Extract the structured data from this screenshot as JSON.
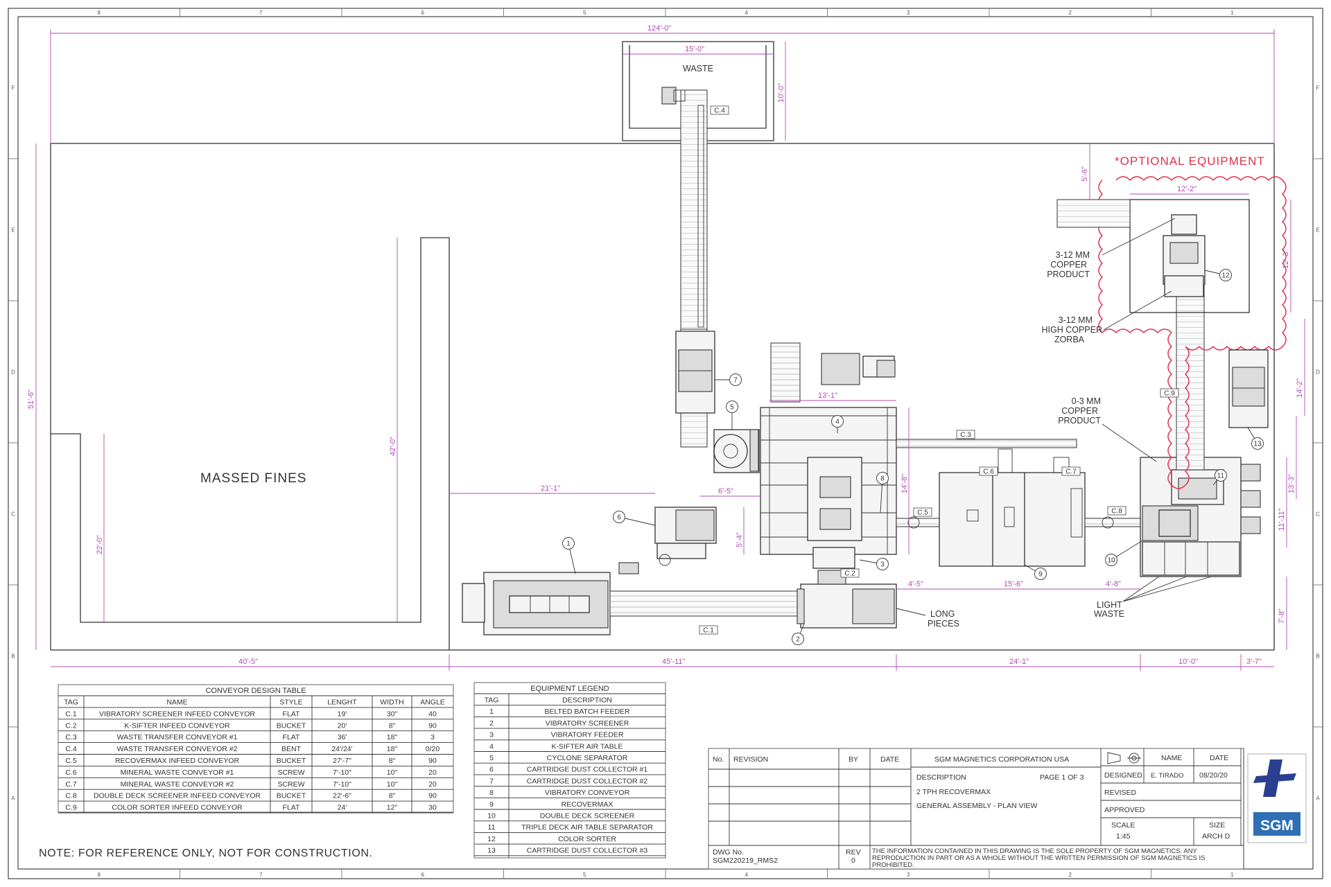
{
  "zones": {
    "columns": [
      "8",
      "7",
      "6",
      "5",
      "4",
      "3",
      "2",
      "1"
    ],
    "rows": [
      "F",
      "E",
      "D",
      "C",
      "B",
      "A"
    ]
  },
  "plan": {
    "area_label": "MASSED FINES",
    "waste_label": "WASTE",
    "optional_label": "*OPTIONAL EQUIPMENT",
    "long_pieces": [
      "LONG",
      "PIECES"
    ],
    "light_waste": [
      "LIGHT",
      "WASTE"
    ],
    "copper_product_top": [
      "3-12 MM",
      "COPPER",
      "PRODUCT"
    ],
    "high_copper": [
      "3-12 MM",
      "HIGH COPPER",
      "ZORBA"
    ],
    "copper_product_fine": [
      "0-3 MM",
      "COPPER",
      "PRODUCT"
    ],
    "conveyor_tags": [
      "C.1",
      "C.2",
      "C.3",
      "C.4",
      "C.5",
      "C.6",
      "C.7",
      "C.8",
      "C.9"
    ],
    "equipment_tags": [
      "1",
      "2",
      "3",
      "4",
      "5",
      "6",
      "7",
      "8",
      "9",
      "10",
      "11",
      "12",
      "13"
    ]
  },
  "dimensions": {
    "overall_width": "124'-0\"",
    "waste_width": "15'-0\"",
    "waste_depth": "10'-0\"",
    "building_depth": "51'-6\"",
    "wall_height": "42'-0\"",
    "left_bay": "22'-0\"",
    "offset_21": "21'-1\"",
    "offset_6_5": "6'-5\"",
    "offset_5_4": "5'-4\"",
    "width_13_1": "13'-1\"",
    "depth_14_8": "14'-8\"",
    "offset_4_5": "4'-5\"",
    "recover_15_6": "15'-6\"",
    "offset_4_8": "4'-8\"",
    "optional_12_2": "12'-2\"",
    "optional_12_3": "12'-3\"",
    "optional_5_6": "5'-6\"",
    "depth_14_2": "14'-2\"",
    "depth_13_3": "13'-3\"",
    "depth_11_11": "11'-11\"",
    "depth_7_8": "7'-8\"",
    "bottom_40_5": "40'-5\"",
    "bottom_45_11": "45'-11\"",
    "bottom_24_1": "24'-1\"",
    "bottom_10_0": "10'-0\"",
    "bottom_3_7": "3'-7\""
  },
  "conveyor_table": {
    "title": "CONVEYOR DESIGN TABLE",
    "headers": [
      "TAG",
      "NAME",
      "STYLE",
      "LENGHT",
      "WIDTH",
      "ANGLE"
    ],
    "rows": [
      [
        "C.1",
        "VIBRATORY SCREENER INFEED CONVEYOR",
        "FLAT",
        "19'",
        "30\"",
        "40"
      ],
      [
        "C.2",
        "K-SIFTER INFEED CONVEYOR",
        "BUCKET",
        "20'",
        "8\"",
        "90"
      ],
      [
        "C.3",
        "WASTE TRANSFER CONVEYOR #1",
        "FLAT",
        "36'",
        "18\"",
        "3"
      ],
      [
        "C.4",
        "WASTE TRANSFER CONVEYOR #2",
        "BENT",
        "24'/24'",
        "18\"",
        "0/20"
      ],
      [
        "C.5",
        "RECOVERMAX INFEED CONVEYOR",
        "BUCKET",
        "27'-7\"",
        "8\"",
        "90"
      ],
      [
        "C.6",
        "MINERAL WASTE CONVEYOR #1",
        "SCREW",
        "7'-10\"",
        "10\"",
        "20"
      ],
      [
        "C.7",
        "MINERAL WASTE CONVEYOR #2",
        "SCREW",
        "7'-10\"",
        "10\"",
        "20"
      ],
      [
        "C.8",
        "DOUBLE DECK SCREENER INFEED CONVEYOR",
        "BUCKET",
        "22'-6\"",
        "8\"",
        "90"
      ],
      [
        "C.9",
        "COLOR SORTER INFEED CONVEYOR",
        "FLAT",
        "24'",
        "12\"",
        "30"
      ]
    ]
  },
  "equipment_legend": {
    "title": "EQUIPMENT LEGEND",
    "headers": [
      "TAG",
      "DESCRIPTION"
    ],
    "rows": [
      [
        "1",
        "BELTED BATCH FEEDER"
      ],
      [
        "2",
        "VIBRATORY SCREENER"
      ],
      [
        "3",
        "VIBRATORY FEEDER"
      ],
      [
        "4",
        "K-SIFTER AIR TABLE"
      ],
      [
        "5",
        "CYCLONE SEPARATOR"
      ],
      [
        "6",
        "CARTRIDGE DUST COLLECTOR #1"
      ],
      [
        "7",
        "CARTRIDGE DUST COLLECTOR #2"
      ],
      [
        "8",
        "VIBRATORY CONVEYOR"
      ],
      [
        "9",
        "RECOVERMAX"
      ],
      [
        "10",
        "DOUBLE DECK SCREENER"
      ],
      [
        "11",
        "TRIPLE DECK AIR TABLE SEPARATOR"
      ],
      [
        "12",
        "COLOR SORTER"
      ],
      [
        "13",
        "CARTRIDGE DUST COLLECTOR #3"
      ]
    ]
  },
  "note": "NOTE: FOR REFERENCE ONLY, NOT FOR CONSTRUCTION.",
  "title_block": {
    "col_no": "No.",
    "col_revision": "REVISION",
    "col_by": "BY",
    "col_date": "DATE",
    "company": "SGM MAGNETICS CORPORATION USA",
    "description_label": "DESCRIPTION",
    "page": "PAGE 1 OF 3",
    "desc_line1": "2 TPH RECOVERMAX",
    "desc_line2": "GENERAL ASSEMBLY - PLAN VIEW",
    "name_label": "NAME",
    "date_label": "DATE",
    "designed_label": "DESIGNED",
    "designed_name": "E. TIRADO",
    "designed_date": "08/20/20",
    "revised_label": "REVISED",
    "approved_label": "APPROVED",
    "scale_label": "SCALE",
    "scale_value": "1:45",
    "size_label": "SIZE",
    "size_value": "ARCH D",
    "dwg_label": "DWG No.",
    "dwg_value": "SGM220219_RMS2",
    "rev_label": "REV",
    "rev_value": "0",
    "notice_lines": [
      "THE INFORMATION CONTAINED IN THIS DRAWING IS THE SOLE PROPERTY OF SGM MAGNETICS. ANY",
      "REPRODUCTION IN PART OR AS A WHOLE WITHOUT THE WRITTEN PERMISSION OF SGM MAGNETICS IS",
      "PROHIBITED."
    ],
    "logo_text": "SGM"
  },
  "colors": {
    "dimension": "#b04ab4",
    "optional": "#e0304a",
    "linework": "#333333"
  }
}
